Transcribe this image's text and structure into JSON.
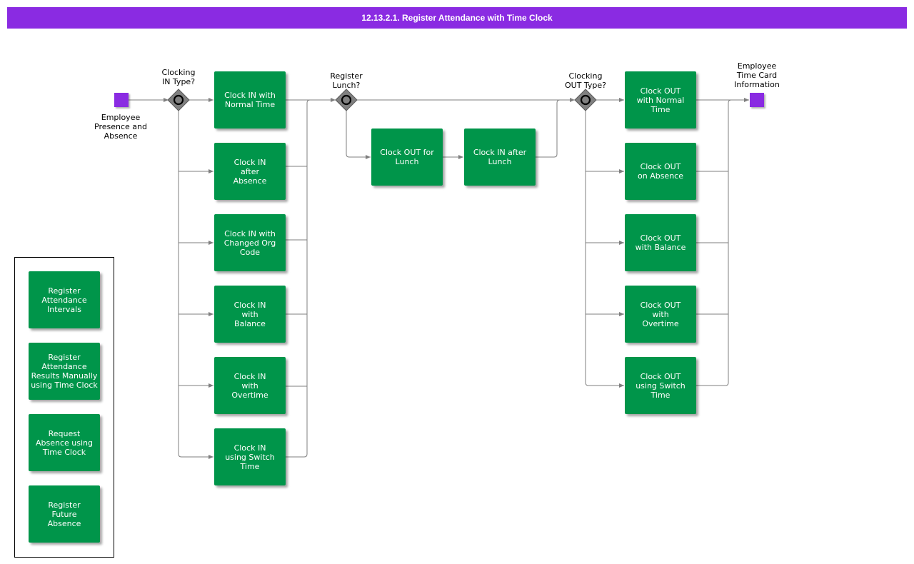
{
  "title": "12.13.2.1. Register Attendance with Time Clock",
  "colors": {
    "header": "#8a2be2",
    "task": "#00954a",
    "event": "#8a2be2",
    "gateway": "#808080",
    "line": "#7f7f7f"
  },
  "events": {
    "start": "Employee\nPresence and\nAbsence",
    "end": "Employee\nTime Card\nInformation"
  },
  "gateways": {
    "clock_in_type": "Clocking\nIN Type?",
    "register_lunch": "Register\nLunch?",
    "clock_out_type": "Clocking\nOUT Type?"
  },
  "clock_in_tasks": [
    "Clock IN with\nNormal Time",
    "Clock IN\nafter\nAbsence",
    "Clock IN with\nChanged Org\nCode",
    "Clock IN\nwith\nBalance",
    "Clock IN\nwith\nOvertime",
    "Clock IN\nusing Switch\nTime"
  ],
  "lunch_tasks": [
    "Clock OUT for\nLunch",
    "Clock IN after\nLunch"
  ],
  "clock_out_tasks": [
    "Clock OUT\nwith Normal\nTime",
    "Clock OUT\non Absence",
    "Clock OUT\nwith Balance",
    "Clock OUT\nwith\nOvertime",
    "Clock OUT\nusing Switch\nTime"
  ],
  "legend_tasks": [
    "Register\nAttendance\nIntervals",
    "Register\nAttendance\nResults Manually\nusing Time Clock",
    "Request\nAbsence using\nTime Clock",
    "Register\nFuture\nAbsence"
  ]
}
